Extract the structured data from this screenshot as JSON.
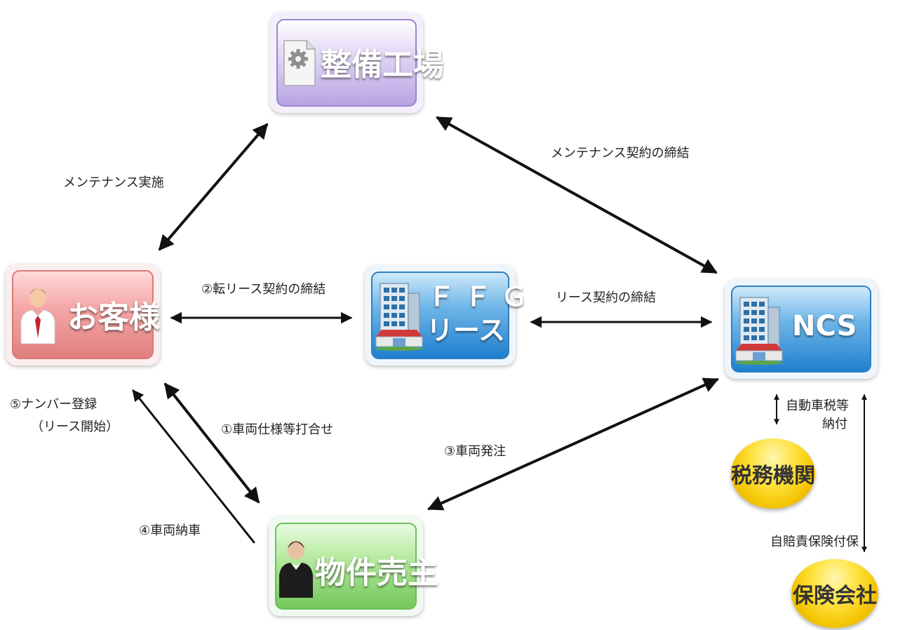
{
  "nodes": {
    "factory": "整備工場",
    "customer": "お客様",
    "ffg_line1": "ＦＦＧ",
    "ffg_line2": "リース",
    "ncs": "NCS",
    "seller": "物件売主",
    "tax_office": "税務機関",
    "insurance": "保険会社"
  },
  "edges": {
    "maintenance_impl": "メンテナンス実施",
    "maintenance_contract": "メンテナンス契約の締結",
    "sublease_contract": "②転リース契約の締結",
    "lease_contract": "リース契約の締結",
    "vehicle_spec": "①車両仕様等打合せ",
    "vehicle_order": "③車両発注",
    "vehicle_delivery": "④車両納車",
    "registration_line1": "⑤ナンバー登録",
    "registration_line2": "（リース開始）",
    "auto_tax_line1": "自動車税等",
    "auto_tax_line2": "納付",
    "liability_insurance": "自賠責保険付保"
  },
  "icons": {
    "factory": "gear-document-icon",
    "customer": "businessman-icon",
    "ffg": "office-building-icon",
    "ncs": "office-building-icon",
    "seller": "businessman-dark-suit-icon"
  },
  "colors": {
    "factory": "#b8a3e4",
    "customer": "#e07f7f",
    "lease": "#1f7fcf",
    "seller": "#72c75a",
    "gold": "#f2c200",
    "arrow": "#111111"
  }
}
